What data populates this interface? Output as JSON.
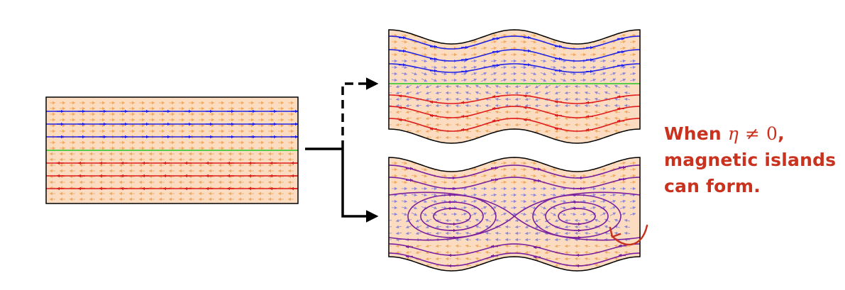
{
  "annotation": {
    "line1_prefix": "When ",
    "symbol": "η",
    "neq": "≠",
    "zero": "0",
    "line1_suffix": ",",
    "line2": "magnetic islands",
    "line3": "can form."
  },
  "colors": {
    "background_fill": "#fbdcc0",
    "background_arrows": "#f0a85e",
    "island_arrows": "#8d86d6",
    "field_line_upper": "#2323e6",
    "separatrix": "#22c422",
    "field_line_lower": "#e01d1d",
    "reconnected_line": "#7a1f9e",
    "annotation_text": "#c8321e",
    "connector": "#000000"
  },
  "panels": [
    {
      "name": "initial-sheared-field",
      "state": "flat"
    },
    {
      "name": "ideal-perturbed-field",
      "state": "ideal",
      "connector_style": "dashed"
    },
    {
      "name": "resistive-island-field",
      "state": "islands",
      "connector_style": "solid"
    }
  ]
}
